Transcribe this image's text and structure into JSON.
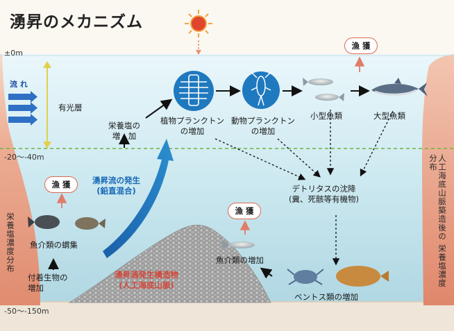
{
  "title": "湧昇のメカニズム",
  "depth_labels": {
    "surface": "±0m",
    "photic_bottom": "-20〜-40m",
    "seabed": "-50〜-150m"
  },
  "flow_label": "流 れ",
  "photic_layer": "有光層",
  "fishing_label": "漁 獲",
  "nutrients": [
    "栄養塩の",
    "増　加"
  ],
  "phytoplankton": [
    "植物プランクトン",
    "の増加"
  ],
  "zooplankton": [
    "動物プランクトン",
    "の増加"
  ],
  "small_fish": "小型魚類",
  "large_fish": "大型魚類",
  "upwelling": [
    "湧昇流の発生",
    "(鉛直混合)"
  ],
  "detritus": [
    "デトリタスの沈降",
    "(糞、死骸等有機物)"
  ],
  "fish_gathering": "魚介類の蝟集",
  "fish_increase": "魚介類の増加",
  "attached_organisms": [
    "付着生物の",
    "増加"
  ],
  "benthos": "ベントス類の増加",
  "structure": [
    "湧昇渦発生構造物",
    "(人工海底山脈)"
  ],
  "left_bar_text": "栄養塩濃度分布",
  "right_bar_text": [
    "人工海底山脈築造後の",
    "栄養塩濃度分布"
  ],
  "colors": {
    "sea_top": "#e8f6fa",
    "sea_bottom": "#b7dbe6",
    "nutrient_bar": "#e79a80",
    "accent_blue": "#1668b8",
    "accent_red": "#d2473a"
  }
}
